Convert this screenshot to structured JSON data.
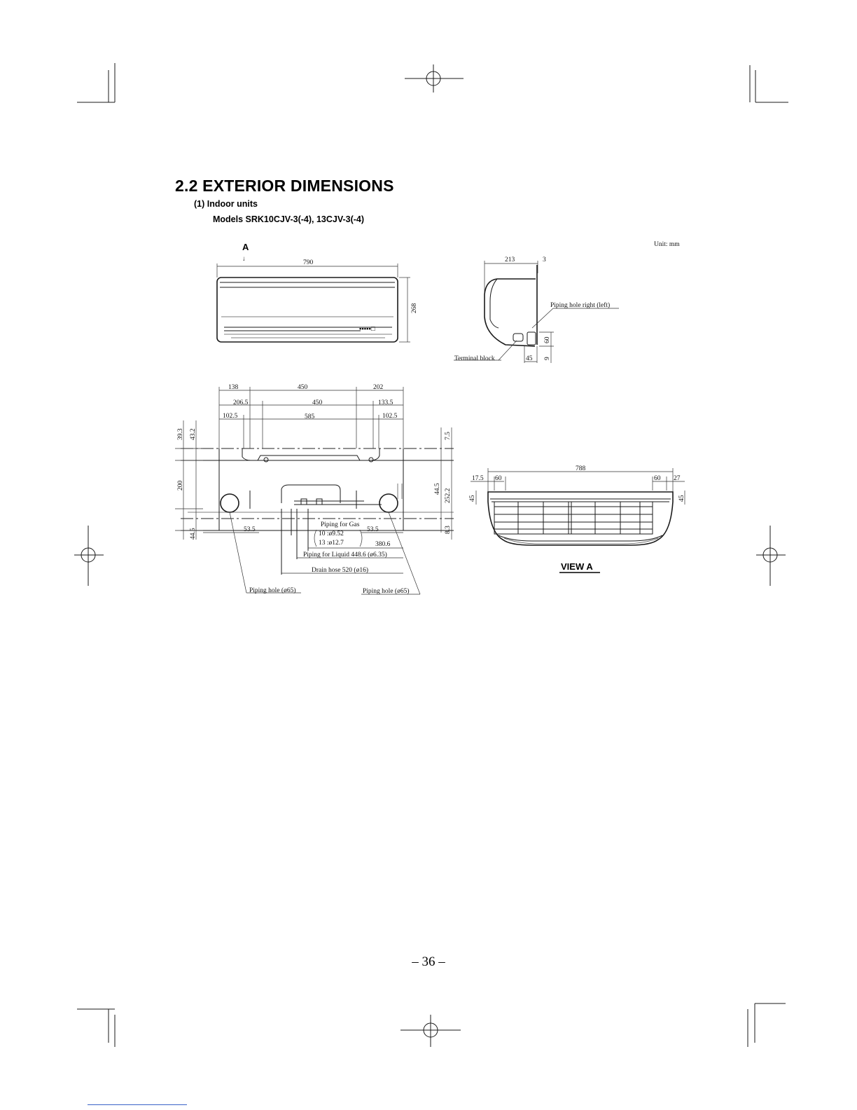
{
  "heading": {
    "section_title": "2.2 EXTERIOR DIMENSIONS",
    "subtitle": "(1)  Indoor units",
    "models": "Models SRK10CJV-3(-4), 13CJV-3(-4)"
  },
  "drawing": {
    "unit_note": "Unit: mm",
    "view_a_arrow_label": "A",
    "front_view": {
      "width_label": "790",
      "height_label": "268"
    },
    "side_view": {
      "depth_label": "213",
      "gap_label": "3",
      "piping_hole_label": "Piping hole right (left)",
      "terminal_block_label": "Terminal block",
      "dim_60": "60",
      "dim_45": "45",
      "dim_9": "9"
    },
    "rear_view": {
      "top_row": [
        "138",
        "450",
        "202"
      ],
      "mid_row": [
        "206.5",
        "450",
        "133.5"
      ],
      "low_row": [
        "102.5",
        "585",
        "102.5"
      ],
      "left_vertical": [
        "39.3",
        "43.2",
        "200",
        "44.5"
      ],
      "right_vertical": [
        "7.5",
        "44.5",
        "252.2",
        "8.3"
      ],
      "dim_53_5_left": "53.5",
      "gas_title": "Piping for Gas",
      "gas_line_1": "10 :ø9.52",
      "gas_line_2": "13 :ø12.7",
      "dim_53_5_right": "53.5",
      "dim_380_6": "380.6",
      "liquid_label": "Piping for Liquid 448.6 (ø6.35)",
      "drain_label": "Drain hose 520 (ø16)",
      "piping_hole_left": "Piping hole (ø65)",
      "piping_hole_right": "Piping hole (ø65)"
    },
    "view_a": {
      "width_label": "788",
      "left_dims": [
        "17.5",
        "60"
      ],
      "right_dims": [
        "60",
        "27"
      ],
      "left_height": "45",
      "right_height": "45",
      "caption": "VIEW A"
    }
  },
  "page_number": "– 36 –"
}
